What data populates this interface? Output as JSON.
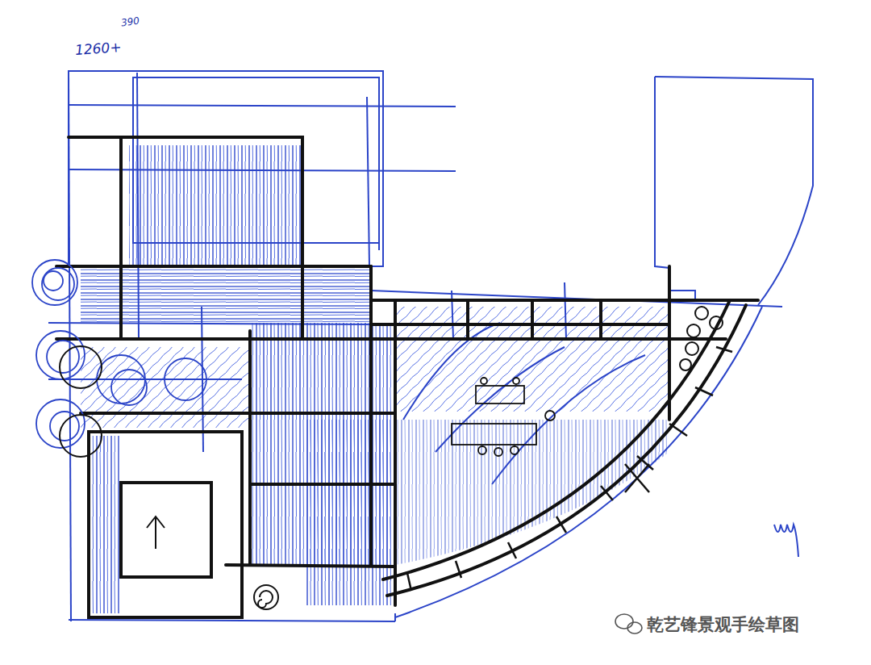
{
  "diagram": {
    "labels": [
      "1260+",
      "390",
      "乾艺锋景观手绘草图"
    ]
  }
}
